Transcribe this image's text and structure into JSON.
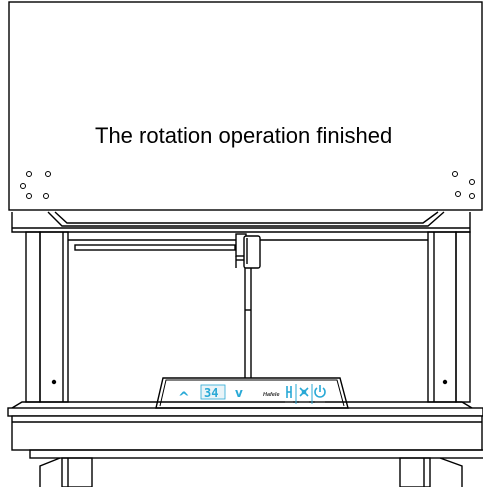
{
  "caption": "The rotation operation finished",
  "panel": {
    "up_arrow": "^",
    "display_value": "34",
    "down_arrow": "v",
    "brand": "Hafele",
    "buttons": [
      "light-button",
      "fan-button",
      "power-button"
    ]
  },
  "colors": {
    "line": "#000000",
    "display_accent": "#29a9d6",
    "background": "#ffffff"
  }
}
